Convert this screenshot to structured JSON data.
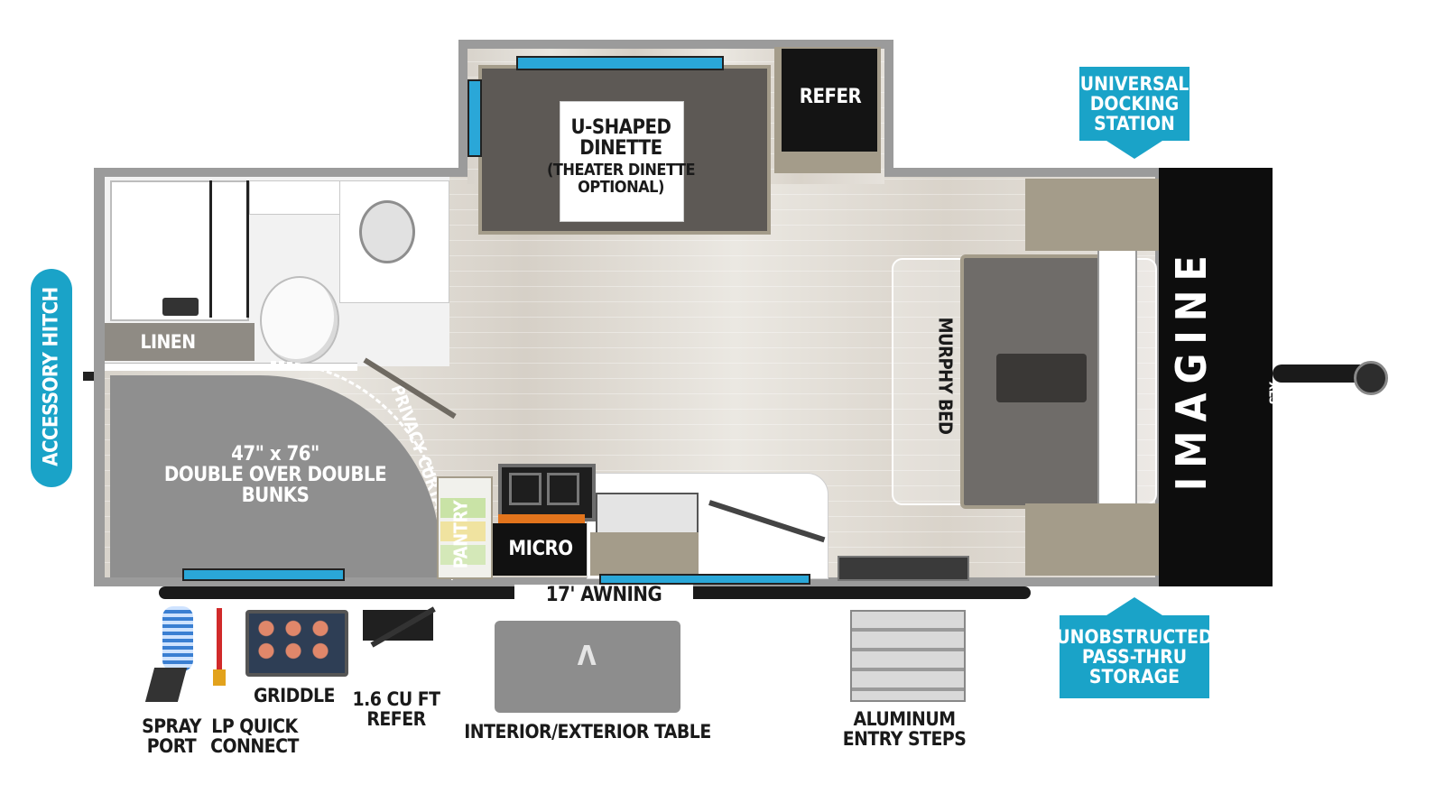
{
  "brand": {
    "name": "IMAGINE",
    "model": "XLS"
  },
  "rooms": {
    "dinette": "U-SHAPED\nDINETTE",
    "dinette_note": "(THEATER DINETTE\nOPTIONAL)",
    "refer": "REFER",
    "linen": "LINEN",
    "bunks": "47\" x 76\"\nDOUBLE OVER DOUBLE\nBUNKS",
    "privacy_curtains": "PRIVACY CURTAINS",
    "pantry": "PANTRY",
    "micro": "MICRO",
    "murphy_bed": "MURPHY BED",
    "awning": "17' AWNING"
  },
  "callouts": {
    "docking": "UNIVERSAL\nDOCKING\nSTATION",
    "pass_thru": "UNOBSTRUCTED\nPASS-THRU\nSTORAGE",
    "hitch": "ACCESSORY HITCH"
  },
  "exterior": {
    "spray_port": "SPRAY\nPORT",
    "lp_quick_connect": "LP QUICK\nCONNECT",
    "griddle": "GRIDDLE",
    "outdoor_refer": "1.6 CU FT\nREFER",
    "table": "INTERIOR/EXTERIOR TABLE",
    "steps": "ALUMINUM\nENTRY STEPS"
  },
  "colors": {
    "callout": "#1aa3c8",
    "accent_blue": "#2aa7d8",
    "cap": "#0d0d0d",
    "red": "#d12a2a"
  }
}
